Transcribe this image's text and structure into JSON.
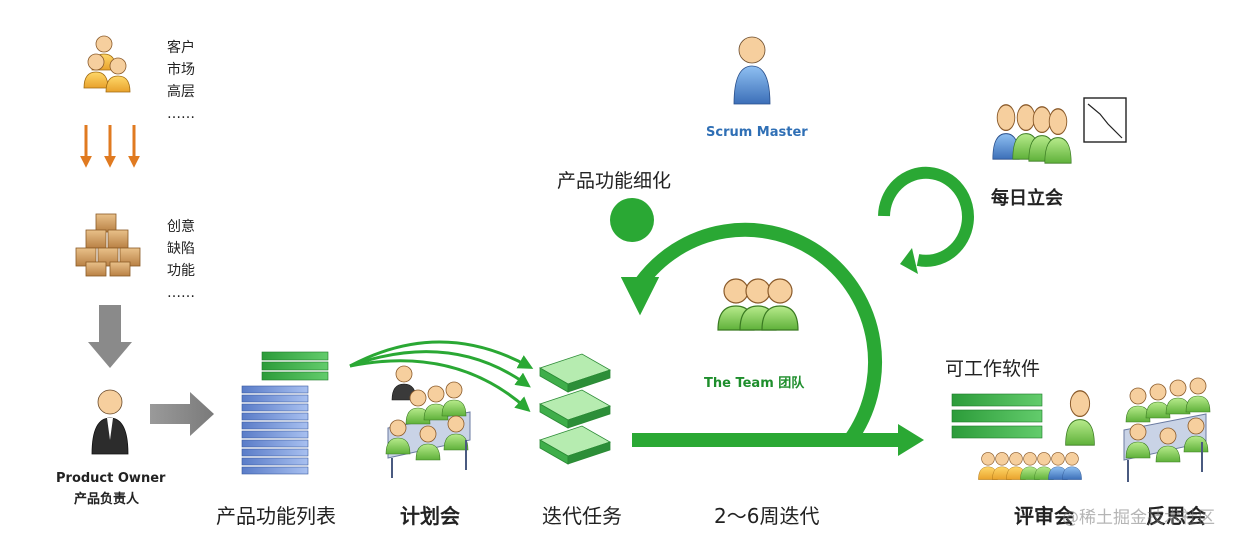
{
  "colors": {
    "arrow_green": "#2aa834",
    "arrow_orange": "#e07a20",
    "arrow_gray": "#8a8a8a",
    "stack_blue": "#6f8fd6",
    "stack_green": "#3fb34a",
    "person_orange": "#f2b640",
    "person_green": "#7fcf5a",
    "person_blue": "#5b8fd6"
  },
  "stakeholders": {
    "lines": [
      "客户",
      "市场",
      "高层",
      "……"
    ]
  },
  "ideas": {
    "lines": [
      "创意",
      "缺陷",
      "功能",
      "……"
    ]
  },
  "product_owner": {
    "name_en": "Product Owner",
    "name_cn": "产品负责人"
  },
  "scrum_master": {
    "label": "Scrum Master"
  },
  "team": {
    "label": "The Team 团队"
  },
  "loop": {
    "refine_label": "产品功能细化",
    "iteration_label": "2～6周迭代"
  },
  "daily": {
    "label": "每日立会"
  },
  "output": {
    "label": "可工作软件"
  },
  "bottom_labels": {
    "backlog": "产品功能列表",
    "planning": "计划会",
    "tasks": "迭代任务",
    "review": "评审会",
    "retro": "反思会"
  },
  "watermark": "@稀土掘金技术社区",
  "icons": [
    "stakeholders-icon",
    "down-arrows-icon",
    "boxes-icon",
    "gray-down-arrow-icon",
    "product-owner-icon",
    "gray-right-arrow-icon",
    "product-backlog-icon",
    "planning-meeting-icon",
    "sprint-tasks-icon",
    "scrum-master-icon",
    "team-icon",
    "daily-standup-icon",
    "burndown-chart-icon",
    "working-software-icon",
    "review-meeting-icon",
    "retrospective-icon"
  ]
}
